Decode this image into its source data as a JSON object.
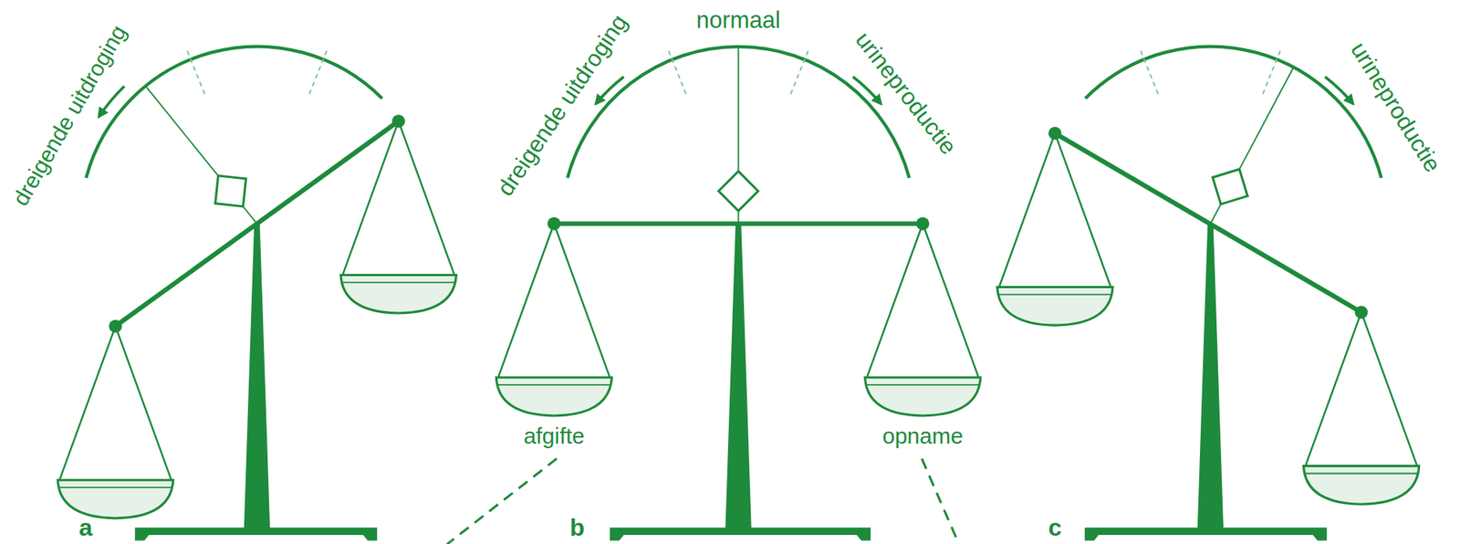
{
  "diagram": {
    "labels": [
      "dreigende uitdroging",
      "dreigende uitdroging",
      "normaal",
      "urineproductie",
      "urineproductie",
      "afgifte",
      "opname",
      "a",
      "b",
      "c"
    ]
  }
}
